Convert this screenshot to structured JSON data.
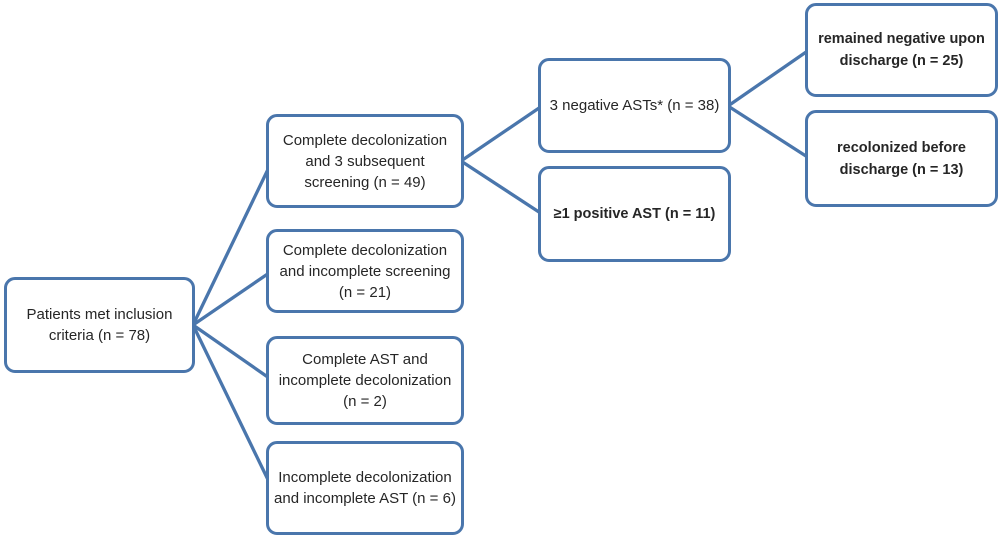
{
  "diagram": {
    "type": "flowchart",
    "accent_color": "#4A76AC",
    "text_color": "#262626",
    "nodes": {
      "inclusion": {
        "label": "Patients met inclusion\ncriteria (n = 78)",
        "n": 78
      },
      "complete_decol_3_screening": {
        "label": "Complete decolonization\nand 3 subsequent\nscreening (n = 49)",
        "n": 49
      },
      "complete_decol_incomplete_screening": {
        "label": "Complete decolonization\nand incomplete screening\n(n = 21)",
        "n": 21
      },
      "complete_ast_incomplete_decol": {
        "label": "Complete AST and\nincomplete decolonization\n(n = 2)",
        "n": 2
      },
      "incomplete_decol_incomplete_ast": {
        "label": "Incomplete decolonization\nand incomplete AST (n = 6)",
        "n": 6
      },
      "three_negative_asts": {
        "label": "3 negative ASTs* (n = 38)",
        "n": 38
      },
      "ge1_positive_ast": {
        "label": "≥1 positive AST (n = 11)",
        "n": 11
      },
      "remained_negative": {
        "label": "remained negative upon\ndischarge (n = 25)",
        "n": 25
      },
      "recolonized": {
        "label": "recolonized before\ndischarge (n = 13)",
        "n": 13
      }
    },
    "edges": [
      {
        "from": "inclusion",
        "to": "complete_decol_3_screening"
      },
      {
        "from": "inclusion",
        "to": "complete_decol_incomplete_screening"
      },
      {
        "from": "inclusion",
        "to": "complete_ast_incomplete_decol"
      },
      {
        "from": "inclusion",
        "to": "incomplete_decol_incomplete_ast"
      },
      {
        "from": "complete_decol_3_screening",
        "to": "three_negative_asts"
      },
      {
        "from": "complete_decol_3_screening",
        "to": "ge1_positive_ast"
      },
      {
        "from": "three_negative_asts",
        "to": "remained_negative"
      },
      {
        "from": "three_negative_asts",
        "to": "recolonized"
      }
    ]
  }
}
